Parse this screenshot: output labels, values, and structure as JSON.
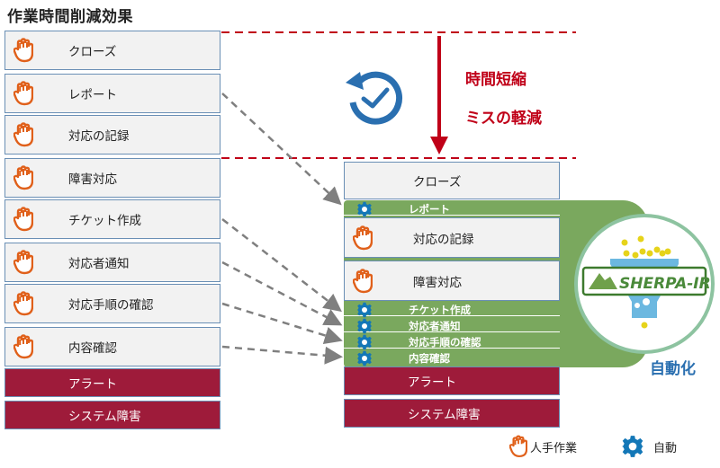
{
  "title": "作業時間削減効果",
  "before": {
    "manual_steps": [
      {
        "label": "クローズ",
        "icon": "hand-icon"
      },
      {
        "label": "レポート",
        "icon": "hand-icon"
      },
      {
        "label": "対応の記録",
        "icon": "hand-icon"
      },
      {
        "label": "障害対応",
        "icon": "hand-icon"
      },
      {
        "label": "チケット作成",
        "icon": "hand-icon"
      },
      {
        "label": "対応者通知",
        "icon": "hand-icon"
      },
      {
        "label": "対応手順の確認",
        "icon": "hand-icon"
      },
      {
        "label": "内容確認",
        "icon": "hand-icon"
      }
    ],
    "triggers": [
      "アラート",
      "システム障害"
    ]
  },
  "effects": {
    "line1": "時間短縮",
    "line2": "ミスの軽減",
    "icon": "clock-refresh-icon"
  },
  "after": {
    "close": {
      "label": "クローズ"
    },
    "report": {
      "label": "レポート",
      "icon": "gear-icon"
    },
    "manual_steps": [
      {
        "label": "対応の記録",
        "icon": "hand-icon"
      },
      {
        "label": "障害対応",
        "icon": "hand-icon"
      }
    ],
    "automated_steps": [
      {
        "label": "チケット作成",
        "icon": "gear-icon"
      },
      {
        "label": "対応者通知",
        "icon": "gear-icon"
      },
      {
        "label": "対応手順の確認",
        "icon": "gear-icon"
      },
      {
        "label": "内容確認",
        "icon": "gear-icon"
      }
    ],
    "triggers": [
      "アラート",
      "システム障害"
    ]
  },
  "product": {
    "name": "SHERPA-IR",
    "label": "自動化"
  },
  "legend": {
    "manual": "人手作業",
    "auto": "自動"
  },
  "colors": {
    "manual_box": "#f2f2f2",
    "box_border": "#6a8fb5",
    "trigger": "#9e1b3a",
    "automation_green": "#7aa85e",
    "hand_orange": "#e0601a",
    "gear_blue": "#1377b7",
    "accent_red": "#c00018",
    "clock_blue": "#2a6fb0"
  }
}
